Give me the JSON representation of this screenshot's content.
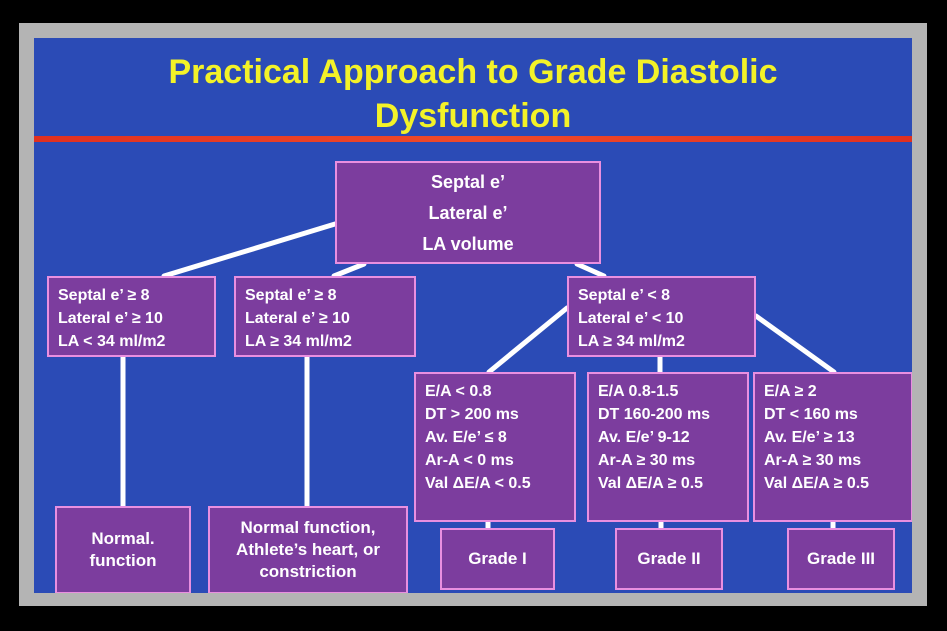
{
  "title": {
    "line1": "Practical Approach to Grade Diastolic",
    "line2": "Dysfunction"
  },
  "colors": {
    "background": "#2b4bb6",
    "title": "#f3f228",
    "divider": "#e03020",
    "box_fill": "#7c3d9e",
    "box_border": "#e98fe0",
    "connector": "#ffffff"
  },
  "root": {
    "lines": [
      "Septal e’",
      "Lateral e’",
      "LA volume"
    ]
  },
  "branches": [
    {
      "lines": [
        "Septal e’ ≥ 8",
        "Lateral e’ ≥ 10",
        "LA  < 34 ml/m2"
      ]
    },
    {
      "lines": [
        "Septal e’ ≥ 8",
        "Lateral e’ ≥ 10",
        "LA ≥ 34 ml/m2"
      ]
    },
    {
      "lines": [
        "Septal e’ < 8",
        "Lateral e’ < 10",
        "LA ≥ 34 ml/m2"
      ]
    }
  ],
  "criteria": [
    {
      "lines": [
        "E/A < 0.8",
        "DT > 200 ms",
        "Av. E/e’ ≤ 8",
        "Ar-A < 0 ms",
        "Val ΔE/A < 0.5"
      ]
    },
    {
      "lines": [
        "E/A  0.8-1.5",
        "DT 160-200 ms",
        "Av. E/e’  9-12",
        "Ar-A ≥ 30 ms",
        "Val ΔE/A ≥ 0.5"
      ]
    },
    {
      "lines": [
        "E/A ≥ 2",
        "DT < 160 ms",
        "Av. E/e’ ≥  13",
        "Ar-A ≥ 30 ms",
        "Val ΔE/A ≥ 0.5"
      ]
    }
  ],
  "outcomes": [
    {
      "lines": [
        "Normal.",
        "function"
      ]
    },
    {
      "lines": [
        "Normal function,",
        "Athlete’s heart, or",
        "constriction"
      ]
    },
    {
      "lines": [
        "Grade I"
      ]
    },
    {
      "lines": [
        "Grade II"
      ]
    },
    {
      "lines": [
        "Grade III"
      ]
    }
  ]
}
